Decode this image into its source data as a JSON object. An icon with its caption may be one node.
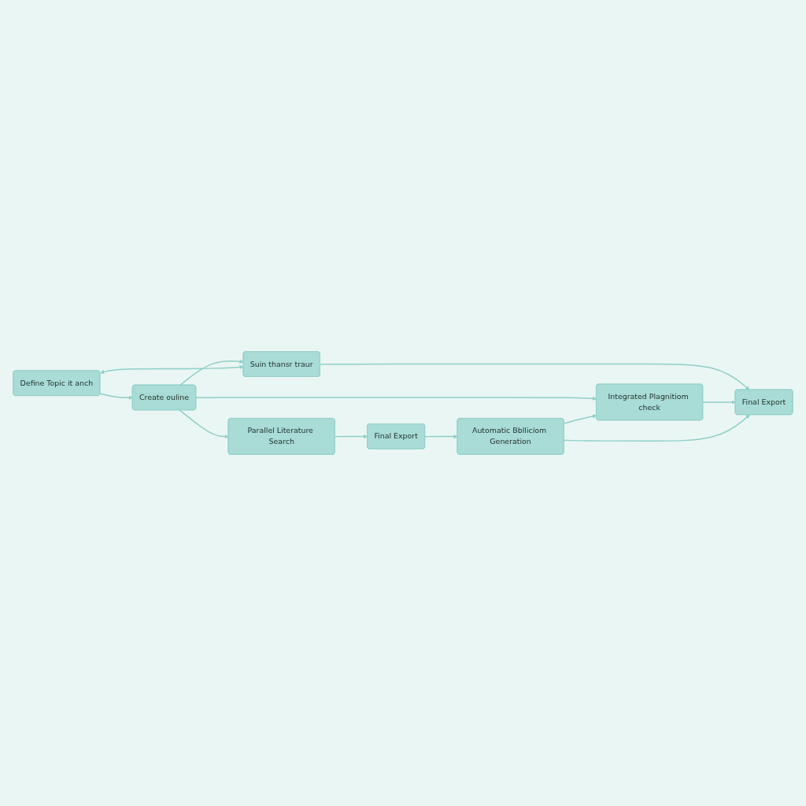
{
  "diagram": {
    "nodes": [
      {
        "text": [
          "Create ouline"
        ]
      },
      {
        "text": [
          "Parallel Literature Search"
        ]
      },
      {
        "text": [
          "Final Export"
        ]
      },
      {
        "text": [
          "Define Topic it anch"
        ]
      },
      {
        "text": [
          "Integrated Plagnitiom check"
        ]
      },
      {
        "text": [
          "Automatic Bbllicíom Generation"
        ]
      },
      {
        "text": [
          "Suin thansr traur"
        ]
      },
      {
        "text": [
          "Final Export"
        ]
      }
    ],
    "edges": [
      {
        "from": 3,
        "to": 0,
        "arrow": "to"
      },
      {
        "from": 0,
        "to": 1,
        "arrow": "to"
      },
      {
        "from": 1,
        "to": 2,
        "arrow": "to"
      },
      {
        "from": 2,
        "to": 5,
        "arrow": "to"
      },
      {
        "from": 0,
        "to": 4,
        "arrow": "to"
      },
      {
        "from": 5,
        "to": 4,
        "arrow": "to"
      },
      {
        "from": 0,
        "to": 6,
        "arrow": "to"
      },
      {
        "from": 3,
        "to": 6,
        "arrow": "both"
      },
      {
        "from": 6,
        "to": 7,
        "arrow": "to"
      },
      {
        "from": 4,
        "to": 7,
        "arrow": "to"
      },
      {
        "from": 5,
        "to": 7,
        "arrow": "to"
      }
    ]
  }
}
